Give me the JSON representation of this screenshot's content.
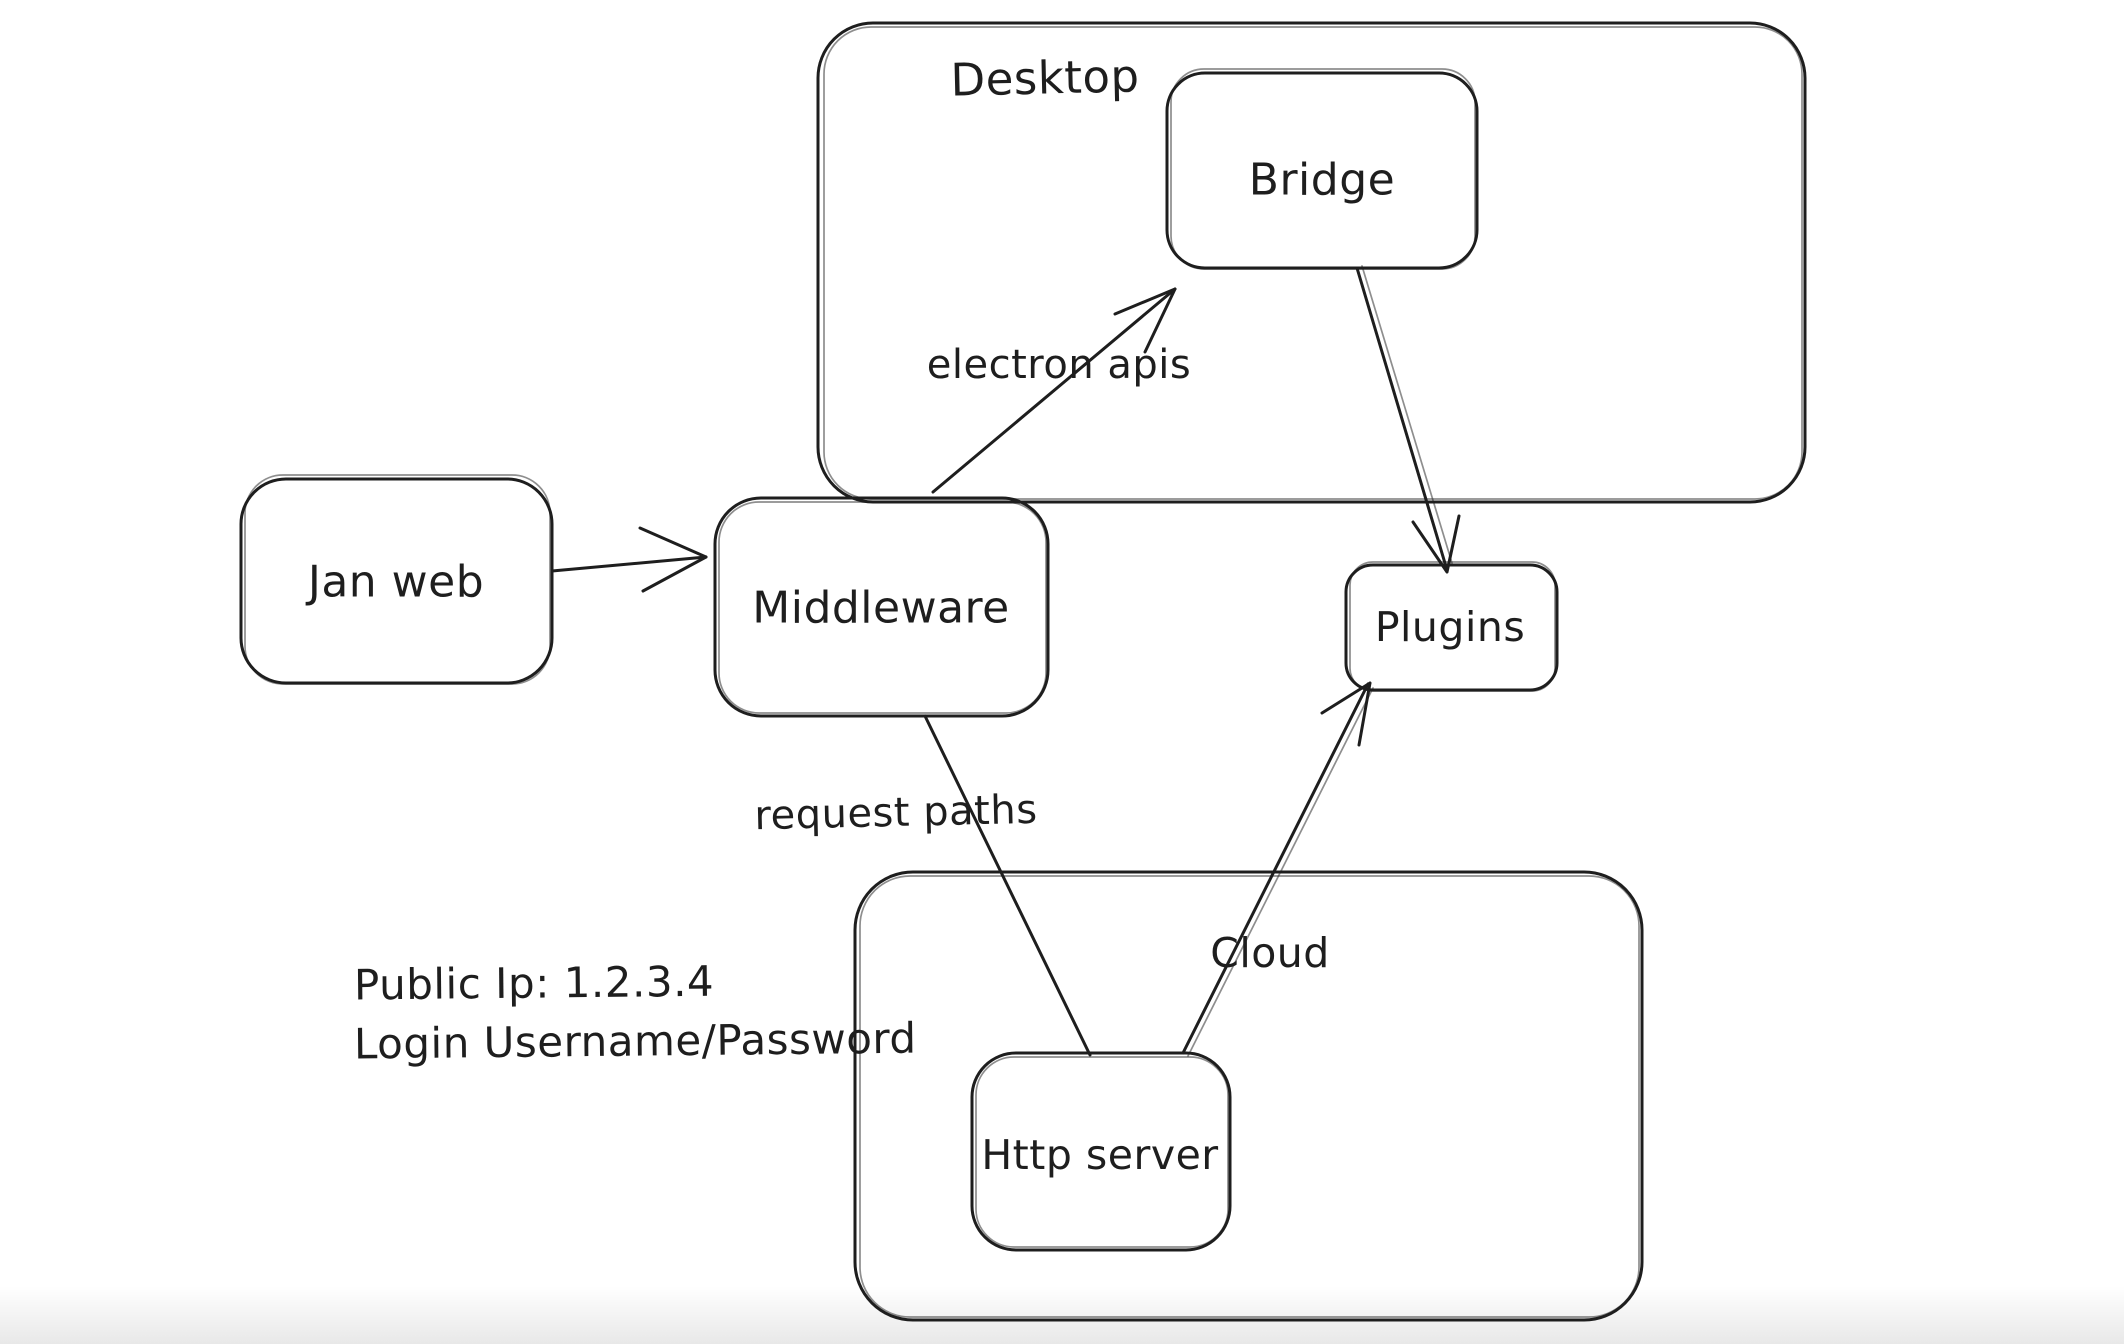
{
  "diagram": {
    "background": "#ffffff",
    "stroke_color": "#1e1e1e",
    "containers": [
      {
        "id": "desktop",
        "label": "Desktop"
      },
      {
        "id": "cloud",
        "label": "Cloud"
      }
    ],
    "nodes": [
      {
        "id": "jan-web",
        "label": "Jan web"
      },
      {
        "id": "middleware",
        "label": "Middleware"
      },
      {
        "id": "bridge",
        "label": "Bridge"
      },
      {
        "id": "plugins",
        "label": "Plugins"
      },
      {
        "id": "http-server",
        "label": "Http server"
      }
    ],
    "edges": [
      {
        "id": "jan-web-to-middleware",
        "from": "Jan web",
        "to": "Middleware",
        "label": "",
        "arrowhead": "end"
      },
      {
        "id": "middleware-to-bridge",
        "from": "Middleware",
        "to": "Bridge",
        "label": "electron apis",
        "arrowhead": "end"
      },
      {
        "id": "bridge-to-plugins",
        "from": "Bridge",
        "to": "Plugins",
        "label": "",
        "arrowhead": "end"
      },
      {
        "id": "middleware-to-http-server",
        "from": "Middleware",
        "to": "Http server",
        "label": "request paths",
        "arrowhead": "none"
      },
      {
        "id": "http-server-to-plugins",
        "from": "Http server",
        "to": "Plugins",
        "label": "",
        "arrowhead": "end"
      }
    ],
    "notes": {
      "line1": "Public Ip: 1.2.3.4",
      "line2": "Login Username/Password"
    }
  }
}
